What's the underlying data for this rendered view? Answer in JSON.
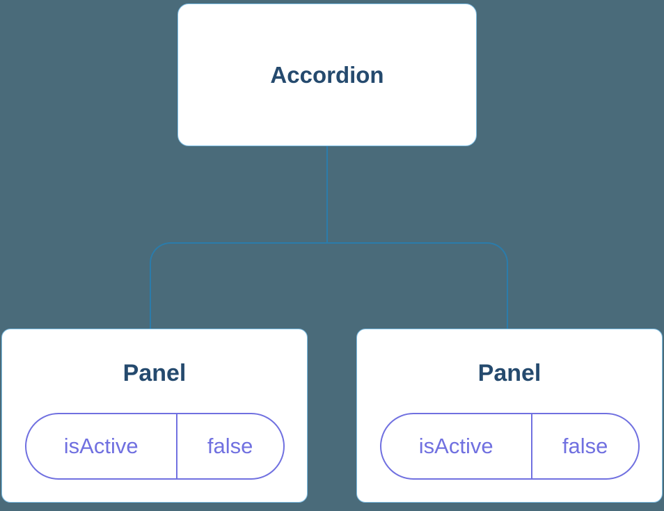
{
  "tree": {
    "root": {
      "label": "Accordion"
    },
    "children": [
      {
        "label": "Panel",
        "prop": {
          "name": "isActive",
          "value": "false"
        }
      },
      {
        "label": "Panel",
        "prop": {
          "name": "isActive",
          "value": "false"
        }
      }
    ]
  },
  "colors": {
    "background": "#4a6b7a",
    "box_fill": "#ffffff",
    "box_border": "#7cbde4",
    "connector_line": "#2b7cab",
    "title_text": "#254a6e",
    "prop_accent": "#7070e0"
  }
}
